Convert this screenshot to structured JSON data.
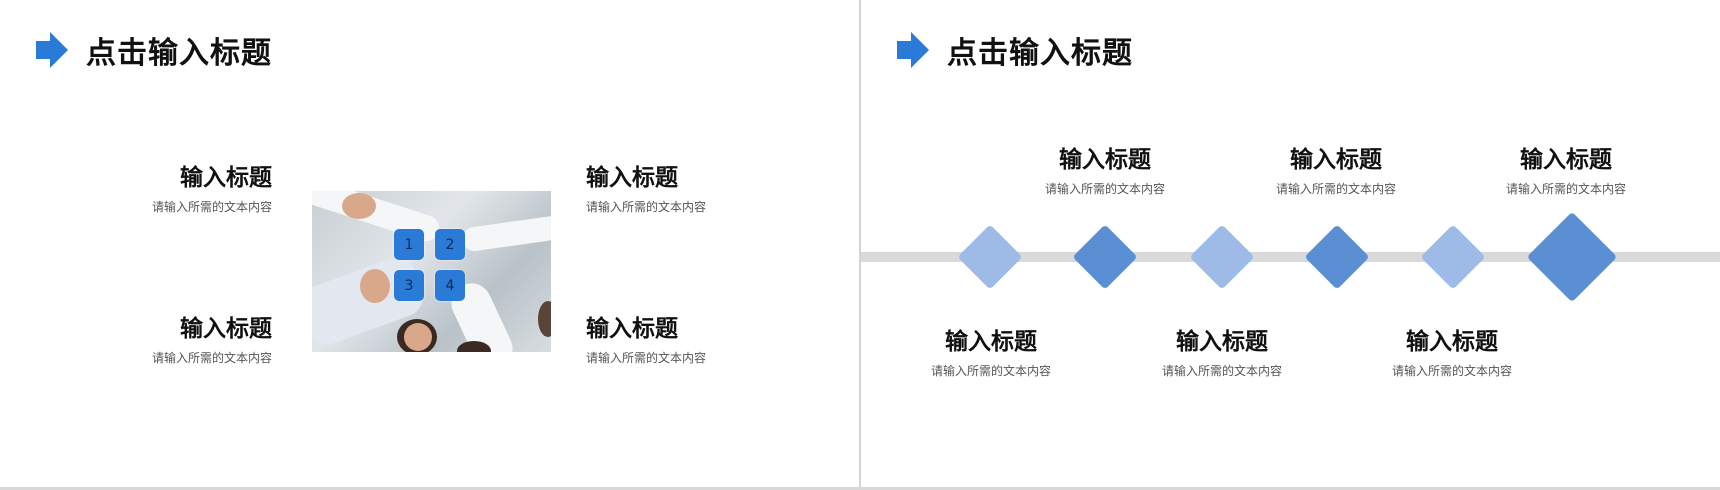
{
  "colors": {
    "accent": "#2a7ad8",
    "diamond_light": "#9dbbe6",
    "diamond_dark": "#5b8fd4",
    "track": "#d9d9d9",
    "divider": "#d4d4d4"
  },
  "slide_left": {
    "header": {
      "icon": "arrow-right-icon",
      "title": "点击输入标题"
    },
    "blocks": [
      {
        "title": "输入标题",
        "desc": "请输入所需的文本内容"
      },
      {
        "title": "输入标题",
        "desc": "请输入所需的文本内容"
      },
      {
        "title": "输入标题",
        "desc": "请输入所需的文本内容"
      },
      {
        "title": "输入标题",
        "desc": "请输入所需的文本内容"
      }
    ],
    "photo": {
      "alt": "team-hands-together-photo"
    },
    "number_boxes": [
      "1",
      "2",
      "3",
      "4"
    ]
  },
  "slide_right": {
    "header": {
      "icon": "arrow-right-icon",
      "title": "点击输入标题"
    },
    "top_items": [
      {
        "title": "输入标题",
        "desc": "请输入所需的文本内容"
      },
      {
        "title": "输入标题",
        "desc": "请输入所需的文本内容"
      },
      {
        "title": "输入标题",
        "desc": "请输入所需的文本内容"
      }
    ],
    "bottom_items": [
      {
        "title": "输入标题",
        "desc": "请输入所需的文本内容"
      },
      {
        "title": "输入标题",
        "desc": "请输入所需的文本内容"
      },
      {
        "title": "输入标题",
        "desc": "请输入所需的文本内容"
      }
    ],
    "timeline_nodes": [
      {
        "shade": "light"
      },
      {
        "shade": "dark"
      },
      {
        "shade": "light"
      },
      {
        "shade": "dark"
      },
      {
        "shade": "light"
      },
      {
        "shade": "dark",
        "size": "large"
      }
    ]
  }
}
